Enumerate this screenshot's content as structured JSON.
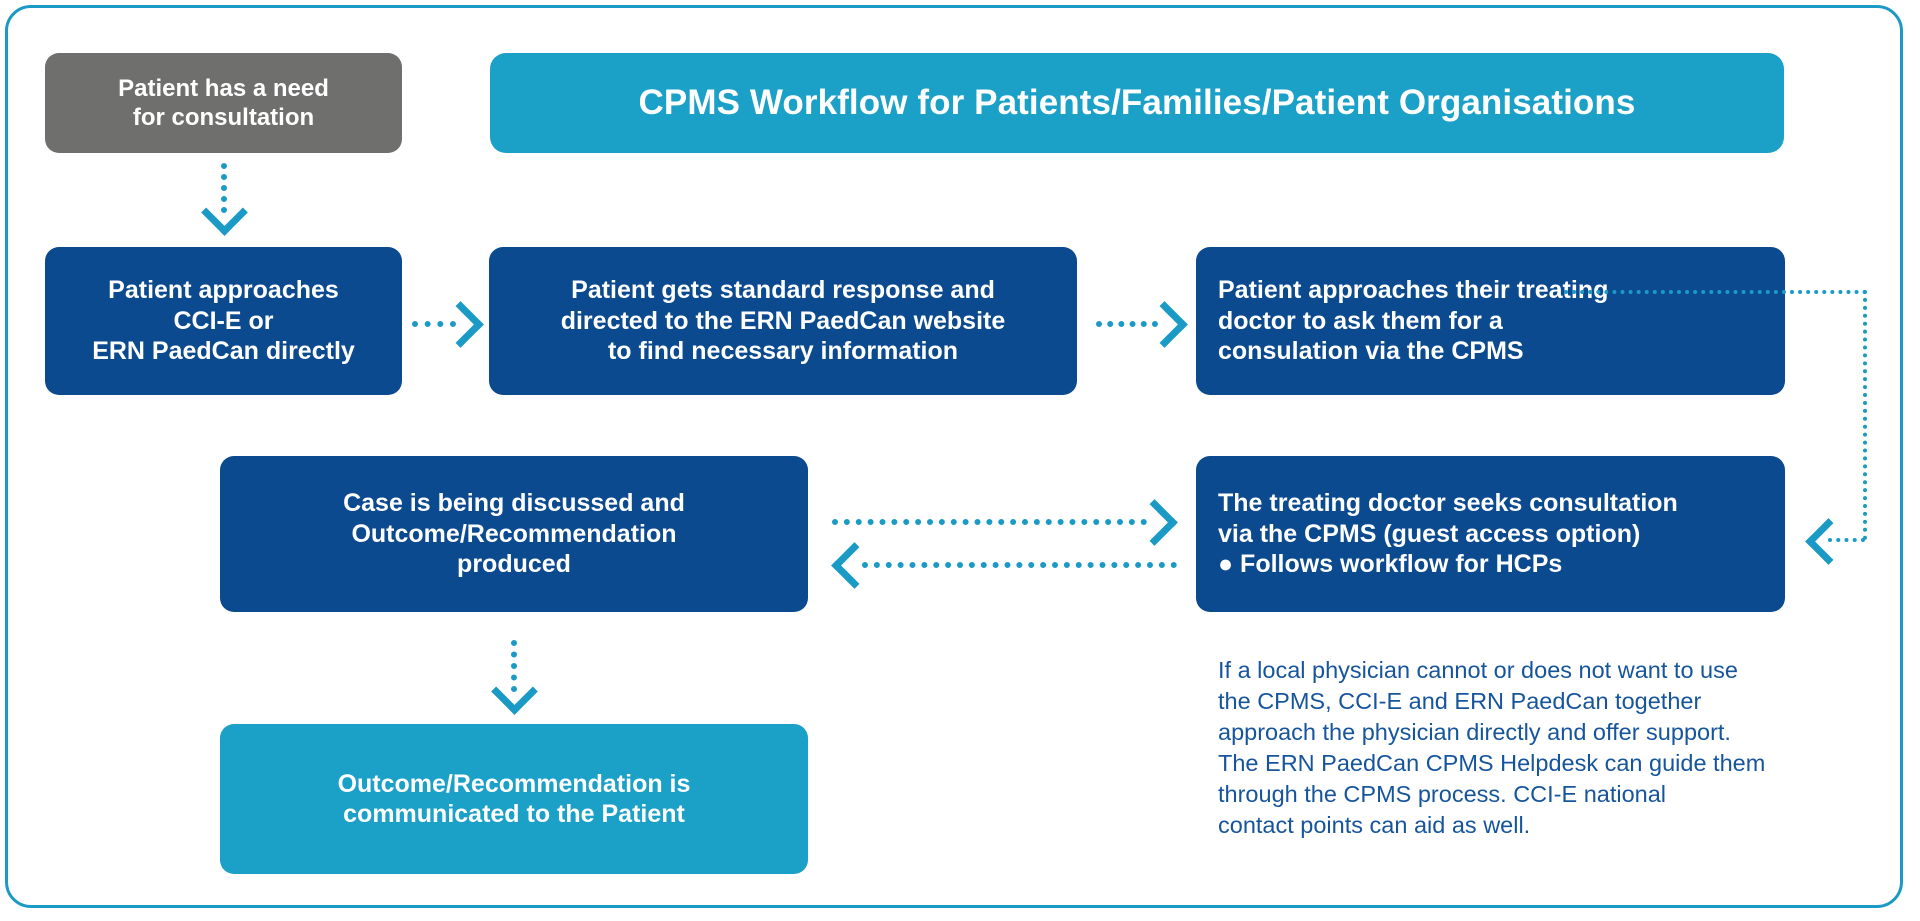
{
  "diagram": {
    "title": "CPMS Workflow for Patients/Families/Patient Organisations",
    "colors": {
      "frame_border": "#1b9ac6",
      "header_banner": "#1ba0c8",
      "gray_box": "#6f6f6e",
      "navy_box": "#0b4a8f",
      "teal_box": "#1ba0c8",
      "arrow": "#1b9ac6",
      "note_text": "#16559c"
    },
    "nodes": {
      "need": {
        "name": "Patient has a need for consultation",
        "lines": [
          "Patient has a need",
          "for consultation"
        ],
        "style": "gray"
      },
      "approach": {
        "name": "Patient approaches CCI-E or ERN PaedCan directly",
        "lines": [
          "Patient approaches",
          "CCI-E or",
          "ERN PaedCan directly"
        ],
        "style": "navy"
      },
      "standard_response": {
        "name": "Patient gets standard response",
        "lines": [
          "Patient gets standard response and",
          "directed to the ERN PaedCan website",
          "to find necessary information"
        ],
        "style": "navy"
      },
      "treating_doctor_ask": {
        "name": "Patient approaches their treating doctor",
        "lines": [
          "Patient approaches their treating",
          "doctor to ask them for a",
          "consulation via the CPMS"
        ],
        "style": "navy"
      },
      "case_discussed": {
        "name": "Case is being discussed",
        "lines": [
          "Case is being discussed and",
          "Outcome/Recommendation",
          "produced"
        ],
        "style": "navy"
      },
      "doctor_seeks": {
        "name": "The treating doctor seeks consultation",
        "lines": [
          "The treating doctor seeks consultation",
          "via the CPMS (guest access option)",
          "● Follows workflow for HCPs"
        ],
        "style": "navy"
      },
      "outcome_communicated": {
        "name": "Outcome/Recommendation is communicated to the Patient",
        "lines": [
          "Outcome/Recommendation is",
          "communicated to the Patient"
        ],
        "style": "teal"
      }
    },
    "note": {
      "lines": [
        "If a local physician cannot or does not want to use",
        "the CPMS, CCI-E and ERN PaedCan together",
        "approach the physician directly and offer support.",
        "The ERN PaedCan CPMS Helpdesk can guide them",
        "through the CPMS process. CCI-E national",
        "contact points can aid as well."
      ]
    },
    "connectors": [
      {
        "id": "need-to-approach",
        "from": "need",
        "to": "approach",
        "direction": "down",
        "style": "dotted"
      },
      {
        "id": "approach-to-standard",
        "from": "approach",
        "to": "standard_response",
        "direction": "right",
        "style": "dotted"
      },
      {
        "id": "standard-to-treating",
        "from": "standard_response",
        "to": "treating_doctor_ask",
        "direction": "right",
        "style": "dotted"
      },
      {
        "id": "treating-to-seeks",
        "from": "treating_doctor_ask",
        "to": "doctor_seeks",
        "direction": "down-loop-right",
        "style": "dotted"
      },
      {
        "id": "seeks-to-case",
        "from": "doctor_seeks",
        "to": "case_discussed",
        "direction": "left",
        "style": "dotted"
      },
      {
        "id": "case-to-seeks",
        "from": "case_discussed",
        "to": "doctor_seeks",
        "direction": "right",
        "style": "dotted"
      },
      {
        "id": "case-to-outcome",
        "from": "case_discussed",
        "to": "outcome_communicated",
        "direction": "down",
        "style": "dotted"
      }
    ]
  }
}
